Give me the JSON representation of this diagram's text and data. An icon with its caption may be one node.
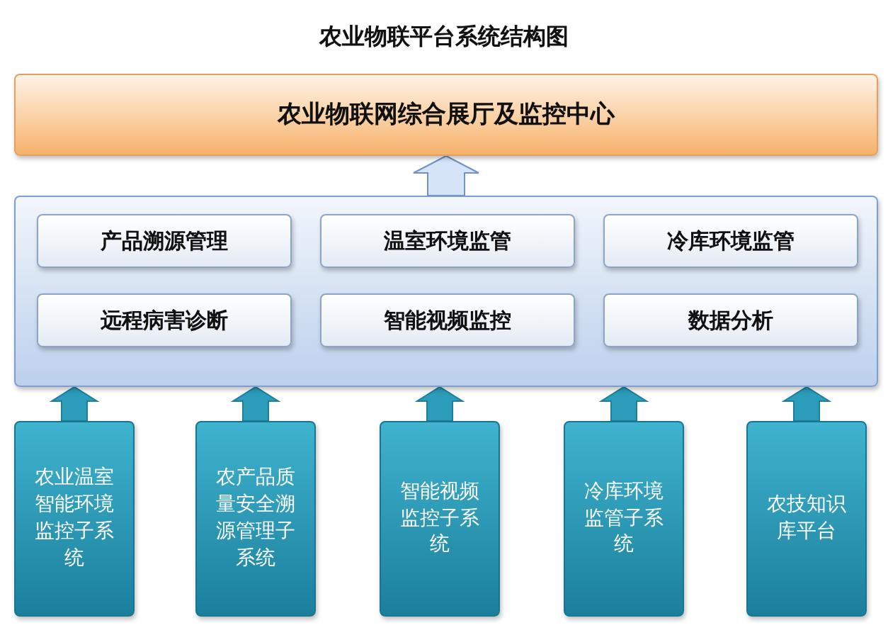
{
  "diagram": {
    "title": "农业物联平台系统结构图",
    "nodes": [
      {
        "text": [
          "农业物联网综合展厅及监控中心"
        ]
      },
      {
        "text": [],
        "shape": "box"
      },
      {
        "text": [
          "产品溯源管理"
        ],
        "in": 1
      },
      {
        "text": [
          "温室环境监管"
        ],
        "in": 1
      },
      {
        "text": [
          "冷库环境监管"
        ],
        "in": 1
      },
      {
        "text": [
          "远程病害诊断"
        ],
        "in": 1
      },
      {
        "text": [
          "智能视频监控"
        ],
        "in": 1
      },
      {
        "text": [
          "数据分析"
        ],
        "in": 1
      },
      {
        "text": [
          "农业温室智能环境监控子系统"
        ]
      },
      {
        "text": [
          "农产品质量安全溯源管理子系统"
        ]
      },
      {
        "text": [
          "智能视频监控子系统"
        ]
      },
      {
        "text": [
          "冷库环境监管子系统"
        ]
      },
      {
        "text": [
          "农技知识库平台"
        ]
      }
    ],
    "edges": [
      {
        "from": 1,
        "to": 0,
        "arrow": "to"
      },
      {
        "from": 8,
        "to": 1,
        "arrow": "to"
      },
      {
        "from": 9,
        "to": 1,
        "arrow": "to"
      },
      {
        "from": 10,
        "to": 1,
        "arrow": "to"
      },
      {
        "from": 11,
        "to": 1,
        "arrow": "to"
      },
      {
        "from": 12,
        "to": 1,
        "arrow": "to"
      }
    ]
  }
}
